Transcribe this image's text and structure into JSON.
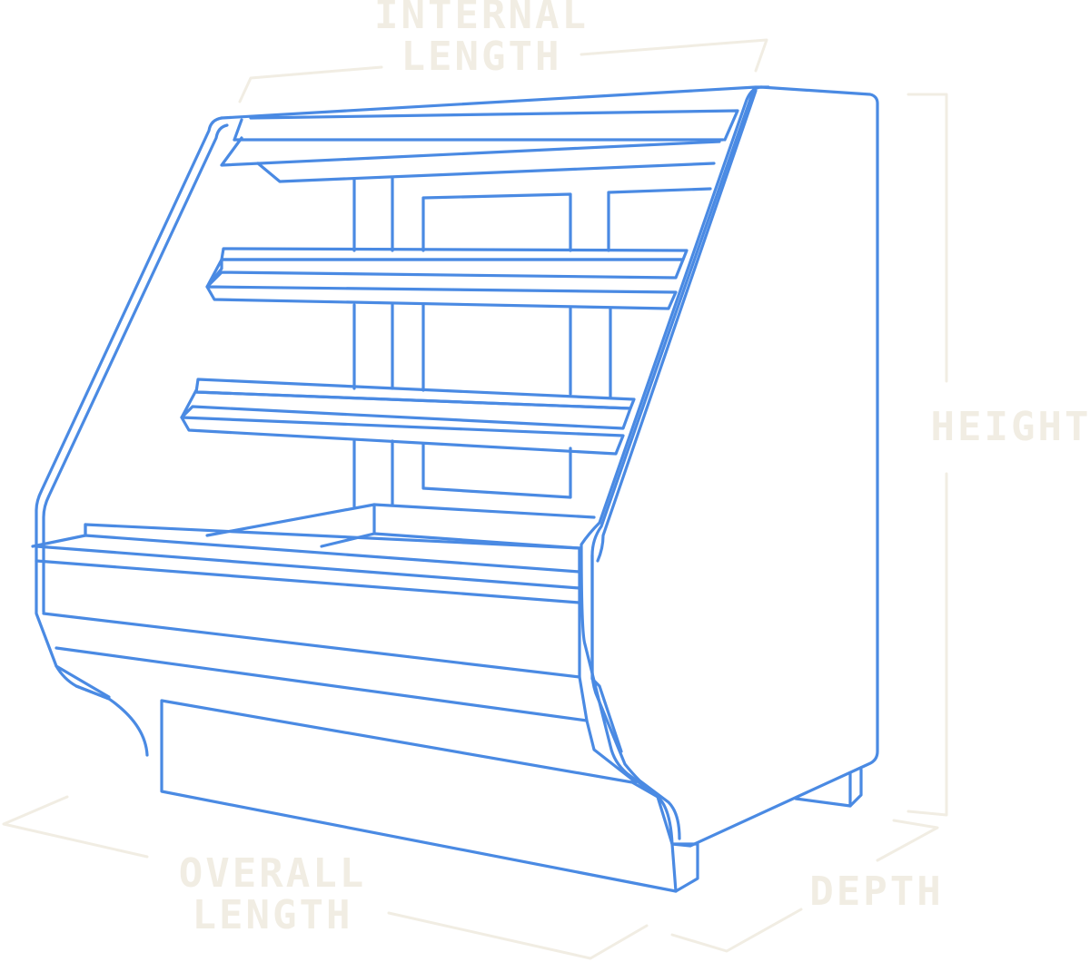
{
  "colors": {
    "outline": "#4a8ae3",
    "dimension": "#f1ede3"
  },
  "labels": {
    "internal_length": [
      "INTERNAL",
      "LENGTH"
    ],
    "height": [
      "HEIGHT"
    ],
    "overall_length": [
      "OVERALL",
      "LENGTH"
    ],
    "depth": [
      "DEPTH"
    ]
  }
}
